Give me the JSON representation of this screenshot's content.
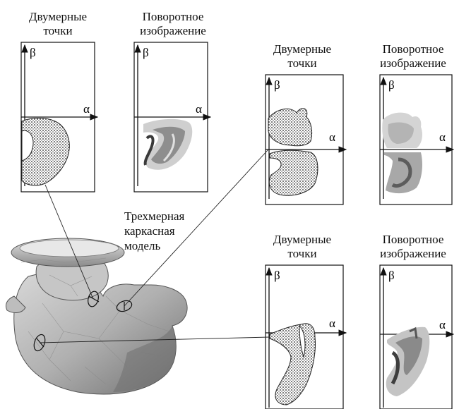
{
  "panels": [
    {
      "title_line1": "Двумерные",
      "title_line2": "точки",
      "axis_x": "α",
      "axis_y": "β"
    },
    {
      "title_line1": "Поворотное",
      "title_line2": "изображение",
      "axis_x": "α",
      "axis_y": "β"
    },
    {
      "title_line1": "Двумерные",
      "title_line2": "точки",
      "axis_x": "α",
      "axis_y": "β"
    },
    {
      "title_line1": "Поворотное",
      "title_line2": "изображение",
      "axis_x": "α",
      "axis_y": "β"
    },
    {
      "title_line1": "Двумерные",
      "title_line2": "точки",
      "axis_x": "α",
      "axis_y": "β"
    },
    {
      "title_line1": "Поворотное",
      "title_line2": "изображение",
      "axis_x": "α",
      "axis_y": "β"
    }
  ],
  "model_label": {
    "line1": "Трехмерная",
    "line2": "каркасная",
    "line3": "модель"
  },
  "colors": {
    "stroke": "#111111",
    "model_fill": "#b8b8b8",
    "model_shadow": "#7a7a7a",
    "image_dark": "#555555",
    "image_mid": "#9a9a9a",
    "image_light": "#d0d0d0"
  }
}
